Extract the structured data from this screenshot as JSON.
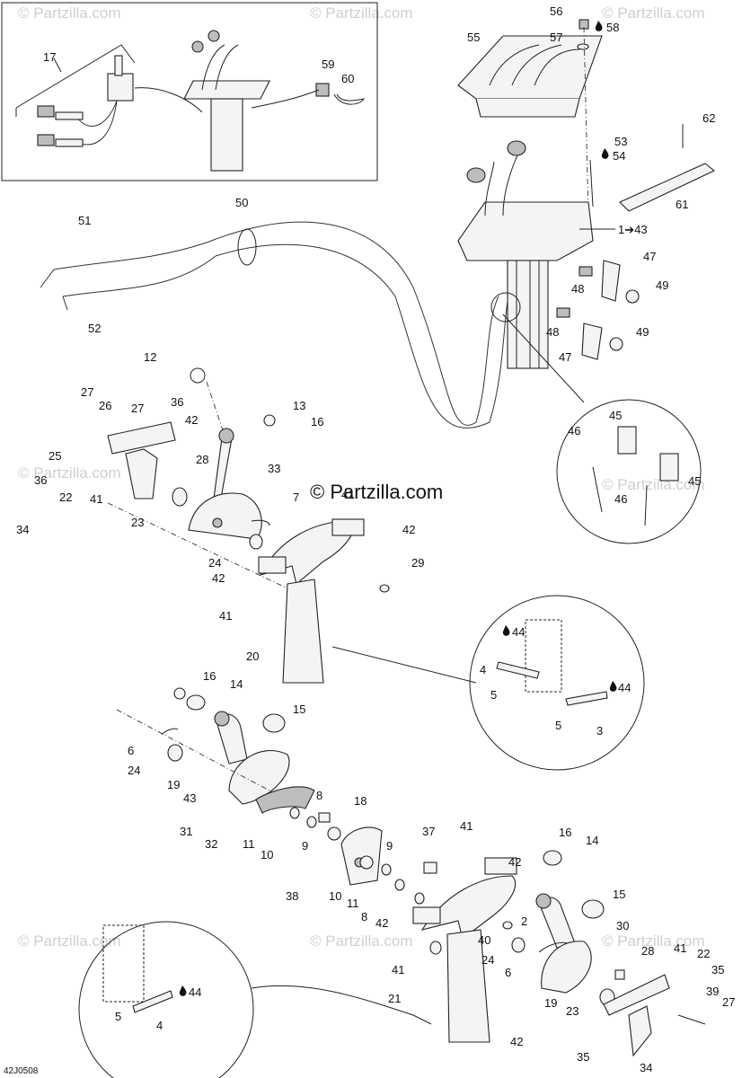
{
  "diagram": {
    "watermark": "© Partzilla.com",
    "center_watermark": "© Partzilla.com",
    "code": "42J0508"
  },
  "labels": [
    {
      "id": "l17",
      "text": "17"
    },
    {
      "id": "l59",
      "text": "59"
    },
    {
      "id": "l60",
      "text": "60"
    },
    {
      "id": "l56",
      "text": "56"
    },
    {
      "id": "l58a",
      "text": "58"
    },
    {
      "id": "l57",
      "text": "57"
    },
    {
      "id": "l55",
      "text": "55"
    },
    {
      "id": "l62",
      "text": "62"
    },
    {
      "id": "l53",
      "text": "53"
    },
    {
      "id": "l54",
      "text": "54"
    },
    {
      "id": "l61",
      "text": "61"
    },
    {
      "id": "l1to43",
      "text": "1➔43"
    },
    {
      "id": "l50",
      "text": "50"
    },
    {
      "id": "l51",
      "text": "51"
    },
    {
      "id": "l52",
      "text": "52"
    },
    {
      "id": "l47a",
      "text": "47"
    },
    {
      "id": "l48a",
      "text": "48"
    },
    {
      "id": "l49a",
      "text": "49"
    },
    {
      "id": "l48b",
      "text": "48"
    },
    {
      "id": "l49b",
      "text": "49"
    },
    {
      "id": "l47b",
      "text": "47"
    },
    {
      "id": "l12",
      "text": "12"
    },
    {
      "id": "l13",
      "text": "13"
    },
    {
      "id": "l16a",
      "text": "16"
    },
    {
      "id": "l27a",
      "text": "27"
    },
    {
      "id": "l26",
      "text": "26"
    },
    {
      "id": "l27b",
      "text": "27"
    },
    {
      "id": "l36a",
      "text": "36"
    },
    {
      "id": "l42a",
      "text": "42"
    },
    {
      "id": "l25",
      "text": "25"
    },
    {
      "id": "l28a",
      "text": "28"
    },
    {
      "id": "l36b",
      "text": "36"
    },
    {
      "id": "l22a",
      "text": "22"
    },
    {
      "id": "l41a",
      "text": "41"
    },
    {
      "id": "l23a",
      "text": "23"
    },
    {
      "id": "l34",
      "text": "34"
    },
    {
      "id": "l33",
      "text": "33"
    },
    {
      "id": "l7",
      "text": "7"
    },
    {
      "id": "l41b",
      "text": "41"
    },
    {
      "id": "l42b",
      "text": "42"
    },
    {
      "id": "l24a",
      "text": "24"
    },
    {
      "id": "l42c",
      "text": "42"
    },
    {
      "id": "l29",
      "text": "29"
    },
    {
      "id": "l41c",
      "text": "41"
    },
    {
      "id": "l20",
      "text": "20"
    },
    {
      "id": "l45a",
      "text": "45"
    },
    {
      "id": "l46a",
      "text": "46"
    },
    {
      "id": "l46b",
      "text": "46"
    },
    {
      "id": "l45b",
      "text": "45"
    },
    {
      "id": "l44a",
      "text": "44"
    },
    {
      "id": "l4a",
      "text": "4"
    },
    {
      "id": "l5a",
      "text": "5"
    },
    {
      "id": "l44b",
      "text": "44"
    },
    {
      "id": "l5b",
      "text": "5"
    },
    {
      "id": "l3",
      "text": "3"
    },
    {
      "id": "l16b",
      "text": "16"
    },
    {
      "id": "l14a",
      "text": "14"
    },
    {
      "id": "l15a",
      "text": "15"
    },
    {
      "id": "l6a",
      "text": "6"
    },
    {
      "id": "l24b",
      "text": "24"
    },
    {
      "id": "l19a",
      "text": "19"
    },
    {
      "id": "l43",
      "text": "43"
    },
    {
      "id": "l8a",
      "text": "8"
    },
    {
      "id": "l18",
      "text": "18"
    },
    {
      "id": "l31",
      "text": "31"
    },
    {
      "id": "l32",
      "text": "32"
    },
    {
      "id": "l11a",
      "text": "11"
    },
    {
      "id": "l9a",
      "text": "9"
    },
    {
      "id": "l10a",
      "text": "10"
    },
    {
      "id": "l9b",
      "text": "9"
    },
    {
      "id": "l37",
      "text": "37"
    },
    {
      "id": "l41d",
      "text": "41"
    },
    {
      "id": "l16c",
      "text": "16"
    },
    {
      "id": "l14b",
      "text": "14"
    },
    {
      "id": "l42d",
      "text": "42"
    },
    {
      "id": "l38",
      "text": "38"
    },
    {
      "id": "l10b",
      "text": "10"
    },
    {
      "id": "l11b",
      "text": "11"
    },
    {
      "id": "l8b",
      "text": "8"
    },
    {
      "id": "l42e",
      "text": "42"
    },
    {
      "id": "l15b",
      "text": "15"
    },
    {
      "id": "l2",
      "text": "2"
    },
    {
      "id": "l30",
      "text": "30"
    },
    {
      "id": "l40",
      "text": "40"
    },
    {
      "id": "l24c",
      "text": "24"
    },
    {
      "id": "l6b",
      "text": "6"
    },
    {
      "id": "l41e",
      "text": "41"
    },
    {
      "id": "l28b",
      "text": "28"
    },
    {
      "id": "l41f",
      "text": "41"
    },
    {
      "id": "l22b",
      "text": "22"
    },
    {
      "id": "l35a",
      "text": "35"
    },
    {
      "id": "l21",
      "text": "21"
    },
    {
      "id": "l19b",
      "text": "19"
    },
    {
      "id": "l23b",
      "text": "23"
    },
    {
      "id": "l39",
      "text": "39"
    },
    {
      "id": "l27c",
      "text": "27"
    },
    {
      "id": "l42f",
      "text": "42"
    },
    {
      "id": "l35b",
      "text": "35"
    },
    {
      "id": "l34b",
      "text": "34"
    },
    {
      "id": "l44c",
      "text": "44"
    },
    {
      "id": "l5c",
      "text": "5"
    },
    {
      "id": "l4b",
      "text": "4"
    }
  ]
}
